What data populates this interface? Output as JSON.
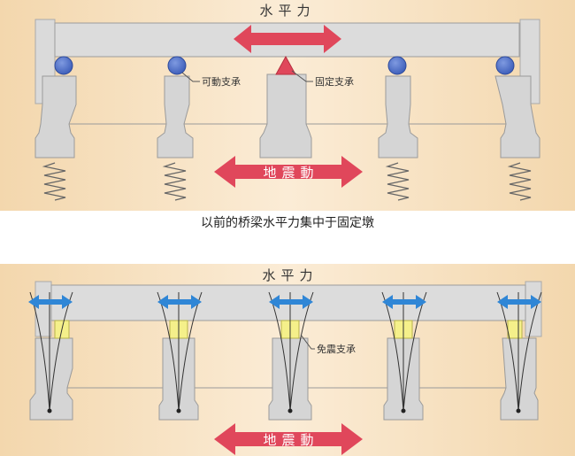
{
  "panel_top": {
    "title": "水平力",
    "label_movable_bearing": "可動支承",
    "label_fixed_bearing": "固定支承",
    "ground_motion": "地震動",
    "caption": "以前的桥梁水平力集中于固定墩"
  },
  "panel_bottom": {
    "title": "水平力",
    "label_isolation_bearing": "免震支承",
    "ground_motion": "地震動"
  },
  "colors": {
    "background_sand": "#f7e3c3",
    "deck_gray": "#dcdcdc",
    "pier_gray": "#d5d5d5",
    "bearing_blue": "#4a6fc9",
    "red_arrow": "#e0475b",
    "blue_arrow": "#2f86d6",
    "isolator_yellow": "#f5f08a"
  }
}
